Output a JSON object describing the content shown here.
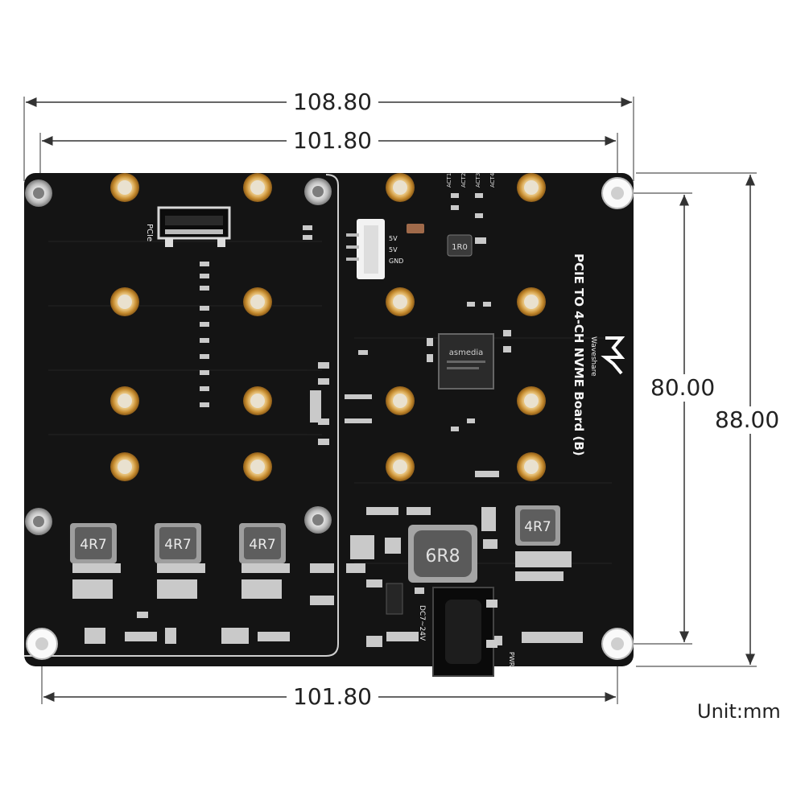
{
  "dimensions": {
    "top_outer": "108.80",
    "top_inner": "101.80",
    "bottom": "101.80",
    "right_inner": "80.00",
    "right_outer": "88.00",
    "unit": "Unit:mm"
  },
  "board": {
    "name": "PCIE TO 4-CH NVME Board (B)",
    "brand": "Waveshare",
    "pcie_label": "PCIe",
    "power_header_labels": [
      "5V",
      "5V",
      "GND"
    ],
    "input_label": "DC7~24V",
    "pwr_label": "PWR",
    "inductor_labels": [
      "4R7",
      "4R7",
      "4R7",
      "4R7",
      "6R8"
    ],
    "chip_label": "asmedia",
    "small_inductor_label": "1R0",
    "act_labels": [
      "ACT1",
      "ACT2",
      "ACT3",
      "ACT4"
    ]
  },
  "colors": {
    "pcb": "#141414",
    "brass": "#c7923a",
    "dimension_line": "#333333"
  }
}
